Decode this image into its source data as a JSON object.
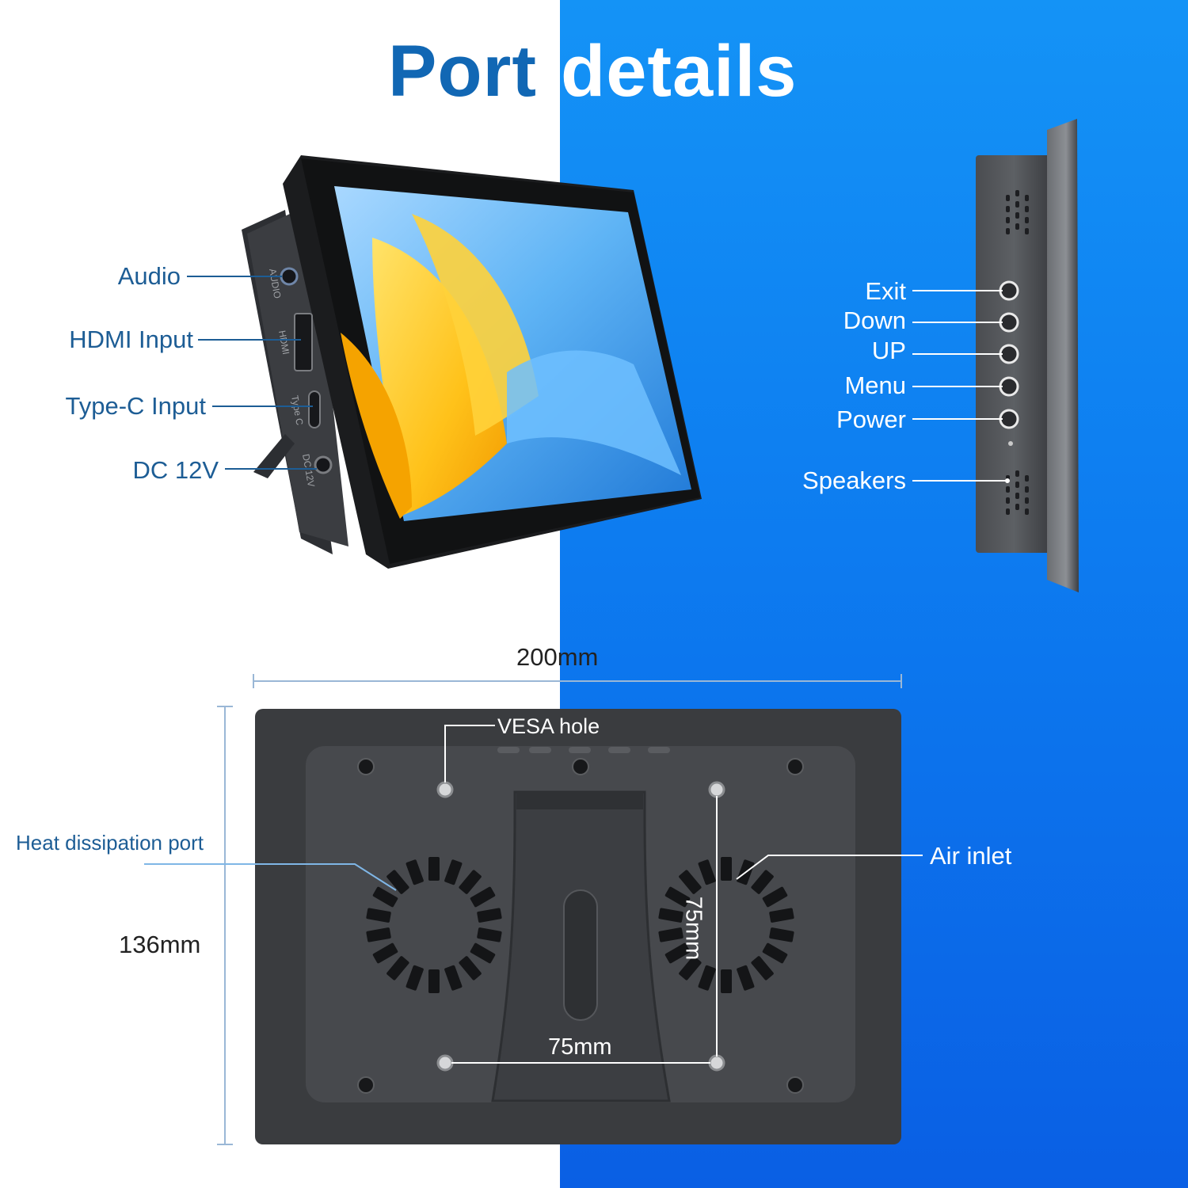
{
  "title": {
    "part1": "Port",
    "part2": "details"
  },
  "left_ports": [
    {
      "label": "Audio"
    },
    {
      "label": "HDMI Input"
    },
    {
      "label": "Type-C Input"
    },
    {
      "label": "DC 12V"
    }
  ],
  "side_buttons": [
    {
      "label": "Exit"
    },
    {
      "label": "Down"
    },
    {
      "label": "UP"
    },
    {
      "label": "Menu"
    },
    {
      "label": "Power"
    },
    {
      "label": "Speakers"
    }
  ],
  "port_engravings": {
    "audio": "AUDIO",
    "hdmi": "HDMI",
    "typec": "Type C",
    "dc": "DC 12V"
  },
  "dimensions": {
    "width": "200mm",
    "height": "136mm",
    "vesa_horizontal": "75mm",
    "vesa_vertical": "75mm"
  },
  "back_labels": {
    "vesa": "VESA hole",
    "heat": "Heat dissipation port",
    "air": "Air inlet"
  },
  "colors": {
    "title_blue": "#1167b4",
    "label_blue": "#1d5d95",
    "background_blue": "#0d7cf0",
    "device_dark": "#3a3c3f"
  }
}
